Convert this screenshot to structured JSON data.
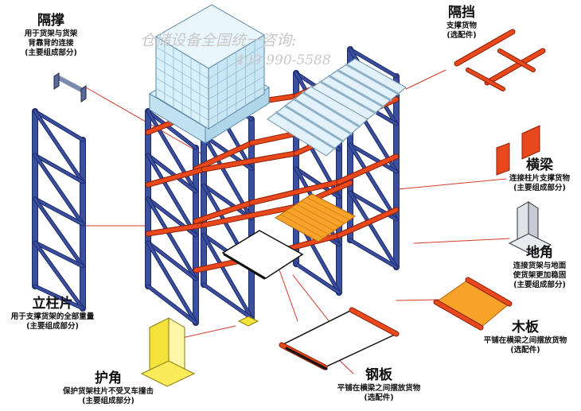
{
  "watermark": {
    "line1": "仓储设备全国统一咨询:",
    "line2": "400-990-5588"
  },
  "labels": {
    "gecheng": {
      "title": "隔撑",
      "desc1": "用于货架与货架",
      "desc2": "背靠背的连接",
      "desc3": "(主要组成部分)"
    },
    "gedang": {
      "title": "隔挡",
      "desc1": "支撑货物",
      "desc2": "(选配件)"
    },
    "hengliang": {
      "title": "横梁",
      "desc1": "连接柱片支撑货物",
      "desc2": "(主要组成部分)"
    },
    "dijiao": {
      "title": "地角",
      "desc1": "连接货架与地面",
      "desc2": "使货架更加稳固",
      "desc3": "(主要组成部分)"
    },
    "muban": {
      "title": "木板",
      "desc1": "平铺在横梁之间摆放货物",
      "desc2": "(选配件)"
    },
    "gangban": {
      "title": "钢板",
      "desc1": "平铺在横梁之间摆放货物",
      "desc2": "(选配件)"
    },
    "huijiao": {
      "title": "护角",
      "desc1": "保护货架柱片不受叉车撞击",
      "desc2": "(主要组成部分)"
    },
    "lizhupian": {
      "title": "立柱片",
      "desc1": "用于支撑货架的全部重量",
      "desc2": "(主要组成部分)"
    }
  },
  "colors": {
    "upright": "#3a4fa0",
    "upright_stroke": "#1e2a66",
    "beam": "#e8481c",
    "deck": "#f7a32a",
    "pallet": "#d8f0fa",
    "guard": "#f2e23a"
  }
}
